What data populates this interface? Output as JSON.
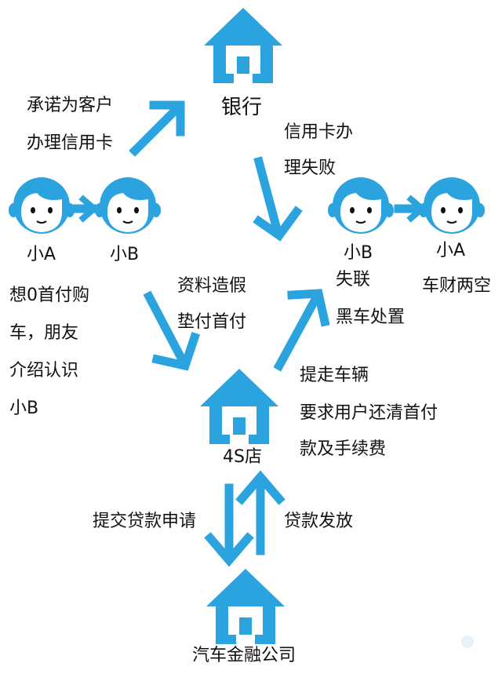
{
  "colors": {
    "accent": "#2aa3de",
    "text": "#111111",
    "background": "#ffffff"
  },
  "icons": {
    "house": "house-icon",
    "person": "person-face-icon",
    "arrow": "arrow-icon"
  },
  "nodes": {
    "bank": "银行",
    "dealer": "4S店",
    "finance_company": "汽车金融公司",
    "person_a_left": "小A",
    "person_b_left": "小B",
    "person_b_right": "小B",
    "person_a_right": "小A"
  },
  "labels": {
    "promise_line1": "承诺为客户",
    "promise_line2": "办理信用卡",
    "card_fail_line1": "信用卡办",
    "card_fail_line2": "理失败",
    "want_line1": "想0首付购",
    "want_line2": "车，朋友",
    "want_line3": "介绍认识",
    "want_line4": "小B",
    "fake_line1": "资料造假",
    "fake_line2": "垫付首付",
    "lost_contact": "失联",
    "car_money_lost": "车财两空",
    "black_car": "黑车处置",
    "take_line1": "提走车辆",
    "take_line2": "要求用户还清首付",
    "take_line3": "款及手续费",
    "submit_loan": "提交贷款申请",
    "loan_release": "贷款发放"
  }
}
